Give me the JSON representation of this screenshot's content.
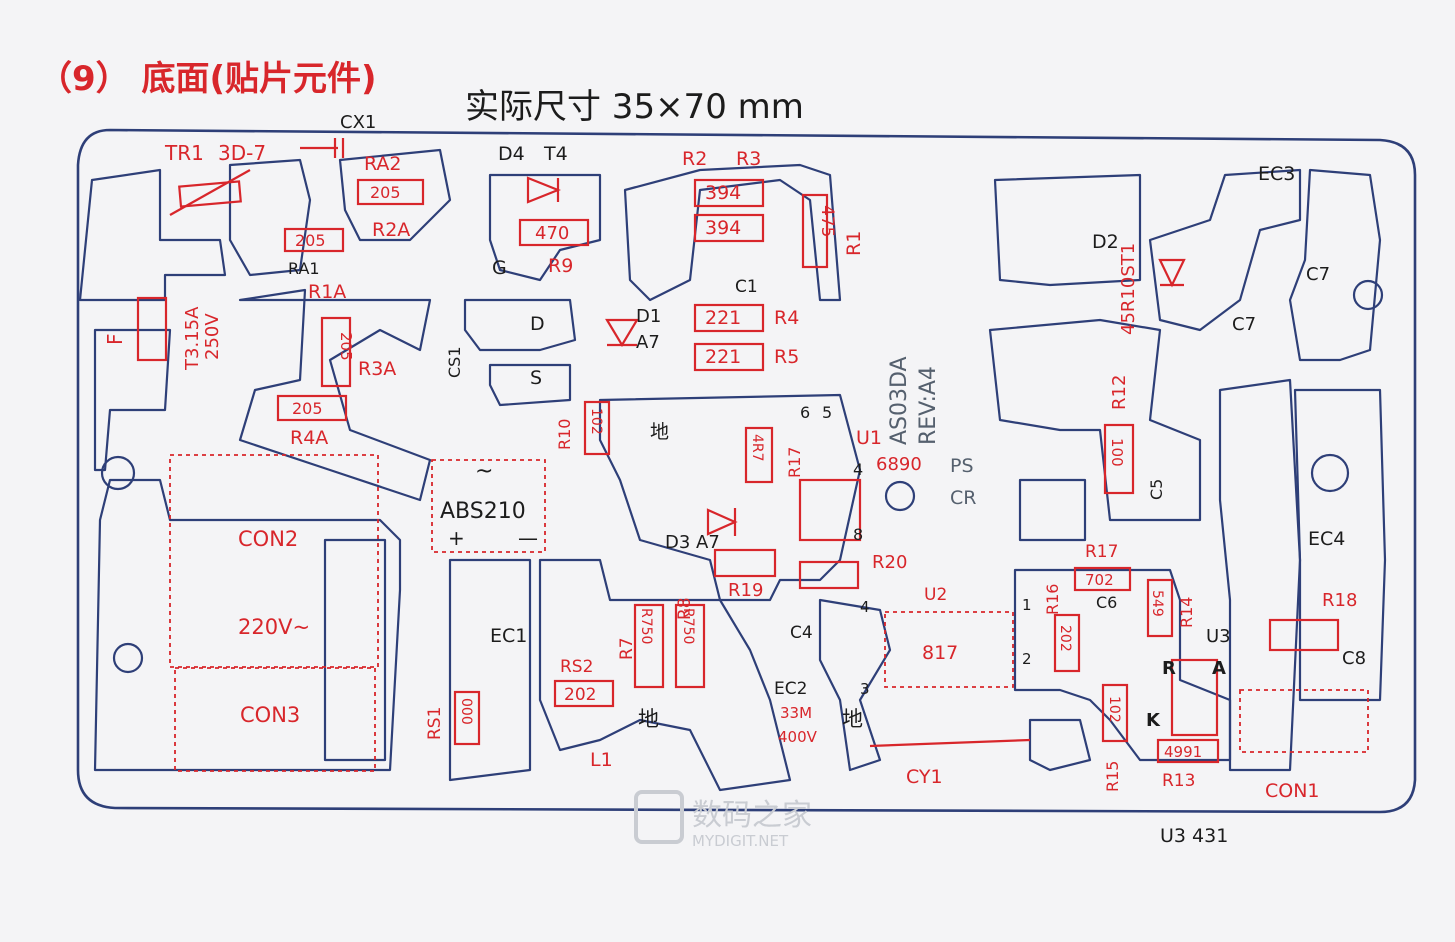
{
  "header": {
    "title": "（9） 底面(贴片元件)",
    "size_note": "实际尺寸 35×70 mm"
  },
  "labels": {
    "TR1": "TR1",
    "3D7": "3D-7",
    "CX1": "CX1",
    "RA2": "RA2",
    "RA1": "RA1",
    "R2A": "R2A",
    "R1A": "R1A",
    "R3A": "R3A",
    "R4A": "R4A",
    "F": "F",
    "fuse": "T3.15A",
    "fuse_v": "250V",
    "D4": "D4",
    "T4": "T4",
    "G": "G",
    "R9": "R9",
    "D": "D",
    "S": "S",
    "CS1": "CS1",
    "D1": "D1",
    "A7a": "A7",
    "R2": "R2",
    "R3": "R3",
    "R1": "R1",
    "C1": "C1",
    "R4": "R4",
    "R5": "R5",
    "model": "AS03DA",
    "rev": "REV:A4",
    "PS": "PS",
    "CR": "CR",
    "R10": "R10",
    "gnd1": "地",
    "R17a": "R17",
    "U1": "U1",
    "u1part": "6890",
    "p6": "6",
    "p5": "5",
    "p4": "4",
    "p8": "8",
    "D3": "D3 A7",
    "R19": "R19",
    "R20": "R20",
    "ABS210": "ABS210",
    "bridge_ac": "~",
    "plus": "+",
    "minus": "—",
    "CON2": "CON2",
    "CON3": "CON3",
    "v220": "220V~",
    "EC1": "EC1",
    "RS1": "RS1",
    "RS2": "RS2",
    "L1": "L1",
    "gnd2": "地",
    "R7": "R7",
    "R8": "R8",
    "EC2": "EC2",
    "ec2val": "33M",
    "ec2v": "400V",
    "C4": "C4",
    "gnd3": "地",
    "CY1": "CY1",
    "U2": "U2",
    "u2part": "817",
    "u2p4": "4",
    "u2p3": "3",
    "u2p1": "1",
    "u2p2": "2",
    "D2": "D2",
    "d2part": "45R10ST1",
    "EC3": "EC3",
    "C7a": "C7",
    "C7b": "C7",
    "R12": "R12",
    "C5": "C5",
    "R17b": "R17",
    "R16": "R16",
    "C6": "C6",
    "R14": "R14",
    "U3": "U3",
    "Rp": "R",
    "Ap": "A",
    "Kp": "K",
    "R15": "R15",
    "R13": "R13",
    "EC4": "EC4",
    "R18": "R18",
    "C8": "C8",
    "CON1": "CON1",
    "u3part": "U3 431"
  },
  "values": {
    "v205a": "205",
    "v205b": "205",
    "v205c": "205",
    "v205d": "205",
    "v470": "470",
    "v394a": "394",
    "v394b": "394",
    "v475": "475",
    "v221a": "221",
    "v221b": "221",
    "v102a": "102",
    "v4R7": "4R7",
    "v202a": "202",
    "v750a": "R750",
    "v750b": "R750",
    "v000": "000",
    "v100": "100",
    "v702": "702",
    "v202b": "202",
    "v549": "549",
    "v102b": "102",
    "v4991": "4991"
  },
  "watermark": {
    "site": "数码之家",
    "domain": "MYDIGIT.NET"
  },
  "colors": {
    "ink_red": "#d8262b",
    "ink_blue": "#2e3f78",
    "paper": "#f4f4f6"
  }
}
